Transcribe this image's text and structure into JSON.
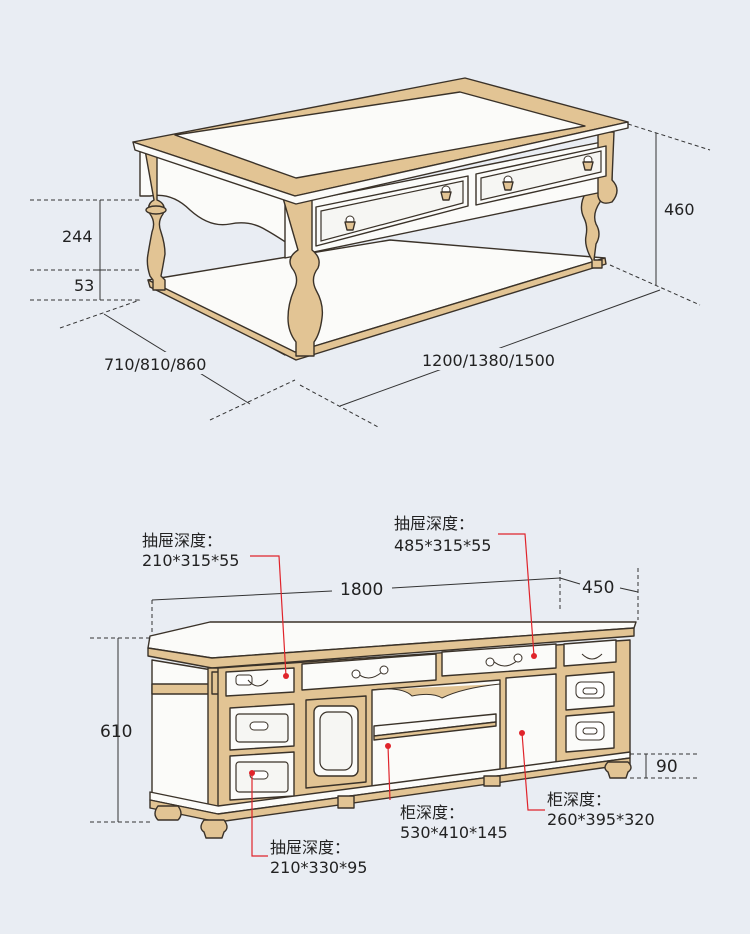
{
  "coffee_table": {
    "height_total": "460",
    "drawer_apron_height": "244",
    "shelf_gap": "53",
    "depth_options": "710/810/860",
    "length_options": "1200/1380/1500"
  },
  "tv_cabinet": {
    "length": "1800",
    "depth": "450",
    "height": "610",
    "foot_height": "90",
    "callouts": [
      {
        "title": "抽屉深度：",
        "value": "210*315*55"
      },
      {
        "title": "抽屉深度：",
        "value": "485*315*55"
      },
      {
        "title": "柜深度：",
        "value": "530*410*145"
      },
      {
        "title": "柜深度：",
        "value": "260*395*320"
      },
      {
        "title": "抽屉深度：",
        "value": "210*330*95"
      }
    ]
  },
  "colors": {
    "background": "#e9edf3",
    "wood": "#e2c494",
    "panel": "#fbfbf9",
    "leader": "#e0242b"
  }
}
